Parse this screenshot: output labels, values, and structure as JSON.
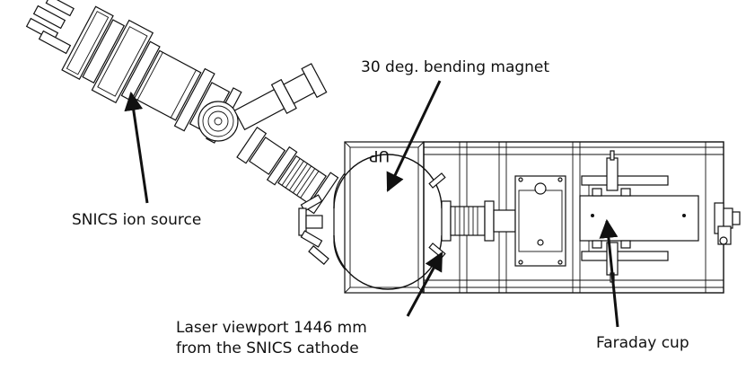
{
  "labels": {
    "magnet": "30 deg. bending magnet",
    "ion_source": "SNICS ion source",
    "viewport_line1": "Laser viewport 1446 mm",
    "viewport_line2": "from the SNICS cathode",
    "faraday": "Faraday cup",
    "up_mark": "UP"
  },
  "colors": {
    "stroke": "#111111",
    "background": "#ffffff"
  }
}
